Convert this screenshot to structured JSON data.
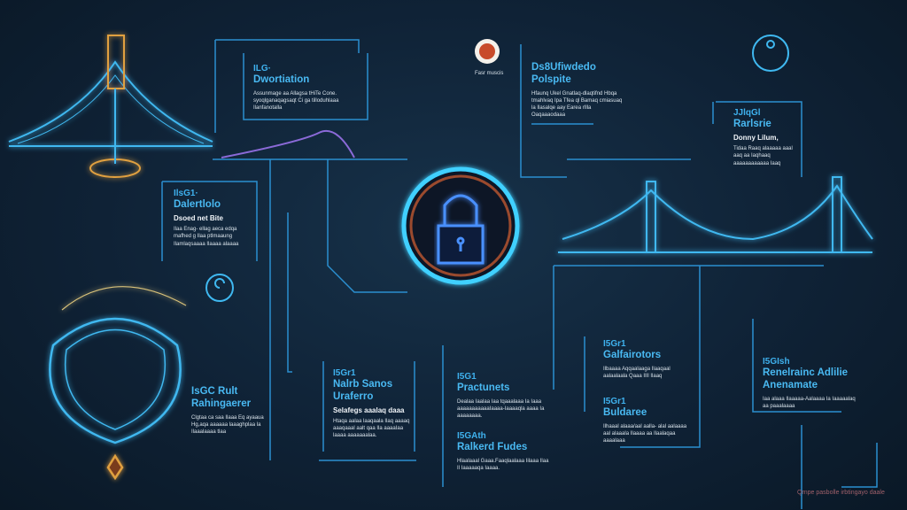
{
  "colors": {
    "background": "#0f2236",
    "accent": "#2aa7e8",
    "lock": "#3d7dff",
    "ornament": "#c8843a"
  },
  "logo": {
    "icon": "emblem-icon",
    "caption": "Fasr muscis"
  },
  "center": {
    "icon": "padlock-icon"
  },
  "blocks": [
    {
      "label": "ILG·",
      "title": "Dwortiation",
      "body": "Assunmage aa Allagsa tHiTe Cone. syoqlganaqagsaqt Ci ga tilloduhlaaa Ilanfanotalla"
    },
    {
      "label": "",
      "title": "Ds8Ufiwdedo Polspite",
      "body": "Hfaunq Ukel Gnatlaq-dlaqtifnd Hbqa tmahlvaq Ipa Tfea ql Bamaq cmiasuaq la Ilasalqe aay Earea rIlla Oaqaaaodaaa"
    },
    {
      "label": "IlsG1·",
      "title": "Dalertlolo",
      "subtitle": "Dsoed net Bite",
      "body": "Ilaa Enag- ellag aeca edqa mafhed g Ilaa ptlmaaung Ilamlaqsaaaa Ilaaaa alaaaa"
    },
    {
      "label": "IsGC Rult",
      "title": "Rahingaerer",
      "body": "Clgtaa ca saa Ilaaa Eq ayaaua Hg,aqa aaaaaa laaaghplaa la Ilaaalaaaa tlaa"
    },
    {
      "label": "I5Gr1",
      "title": "Nalrb Sanos Uraferro",
      "subtitle": "Selafegs aaalaq daaa",
      "body": "Htaqa aalaa laaqaala Ilaq aaaaq aaaqaaal aalt qaa Ila aaaaIaa laaaa aaaaaaalaa."
    },
    {
      "label": "I5G1",
      "title": "Practunets",
      "body": "Dealaa Iaalaa Iaa tqaaalaaa Ia Iaaa aaaaaaaaaaaIaaaa-Iaaaaqla aaaa Ia aaaaaaaa."
    },
    {
      "label": "I5GAth",
      "title": "Ralkerd Fudes",
      "body": "Hlaalaaal Gaaa.Faaqlaalaaa Iilaaa Ilaa Il Iaaaaaqa Iaaaa."
    },
    {
      "label": "I5Gr1",
      "title": "Galfairotors",
      "body": "Ilbaaaa Aqqaalaaga Ilaaqaal aalaalaala Qaaa IIIl Ilaaq"
    },
    {
      "label": "I5Gr1",
      "title": "Buldaree",
      "body": "Ilhaaal alaaa/aal aalla- alal aalaaaa aal alaaala Ilaaaa aa Ilaalaqaa aaaalaaa"
    },
    {
      "label": "I5GIsh",
      "title": "Renelrainc Adlilie Anenamate",
      "body": "Iaa alaaa Ilaaaaa-Aalaaaa Ia Iaaaaalaq aa paaalaaaa"
    },
    {
      "label": "JJlqGl",
      "title": "Rarlsrie",
      "subtitle": "Donny Lilum,",
      "body": "Tidaa Raaq alaaaaa aaal aaq aa Iaqhaaq aaaaaaaaaaaa Iaaq"
    }
  ],
  "footer": "Qrnpe pasbolle irbtingayo daale"
}
